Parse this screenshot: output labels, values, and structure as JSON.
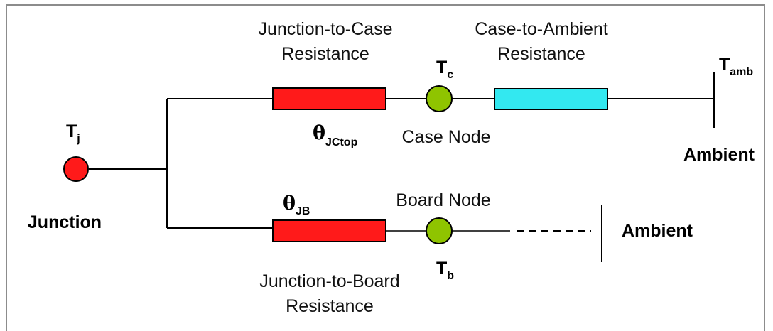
{
  "labels": {
    "jc_line1": "Junction-to-Case",
    "jc_line2": "Resistance",
    "ca_line1": "Case-to-Ambient",
    "ca_line2": "Resistance",
    "jb_line1": "Junction-to-Board",
    "jb_line2": "Resistance",
    "case_node": "Case Node",
    "board_node": "Board Node",
    "junction": "Junction",
    "ambient_top": "Ambient",
    "ambient_bottom": "Ambient"
  },
  "symbols": {
    "tj_main": "T",
    "tj_sub": "j",
    "tc_main": "T",
    "tc_sub": "c",
    "tb_main": "T",
    "tb_sub": "b",
    "tamb_main": "T",
    "tamb_sub": "amb",
    "theta_jctop_main": "θ",
    "theta_jctop_sub": "JCtop",
    "theta_jb_main": "θ",
    "theta_jb_sub": "JB"
  },
  "colors": {
    "junction_node": "#ff1a1a",
    "resistor_red": "#ff1a1a",
    "resistor_cyan": "#33e8f0",
    "case_board_node": "#8fc400",
    "frame": "#8c8c8c"
  }
}
